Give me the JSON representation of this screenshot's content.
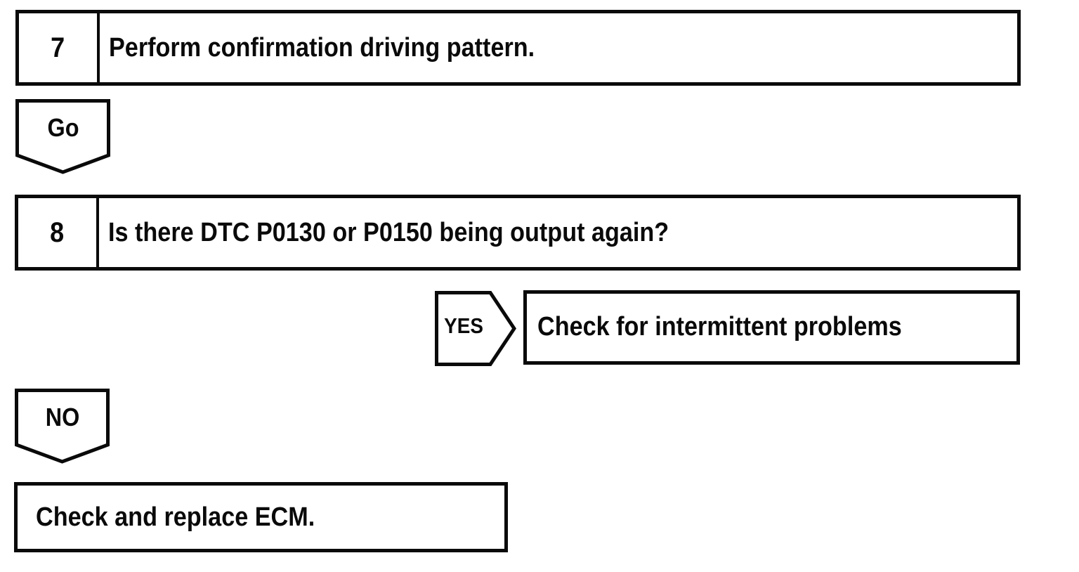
{
  "page": {
    "background_color": "#ffffff",
    "ink_color": "#0a0a0a",
    "description": "Scanned diagnostic trouble-code flowchart, steps 7-8"
  },
  "flowchart": {
    "steps": [
      {
        "number": "7",
        "text": "Perform confirmation driving pattern."
      },
      {
        "number": "8",
        "text": "Is there DTC P0130 or P0150 being output again?"
      }
    ],
    "connectors": {
      "go_label": "Go",
      "yes_label": "YES",
      "no_label": "NO"
    },
    "results": {
      "yes_action": "Check for intermittent problems",
      "no_action": "Check and replace ECM."
    }
  }
}
